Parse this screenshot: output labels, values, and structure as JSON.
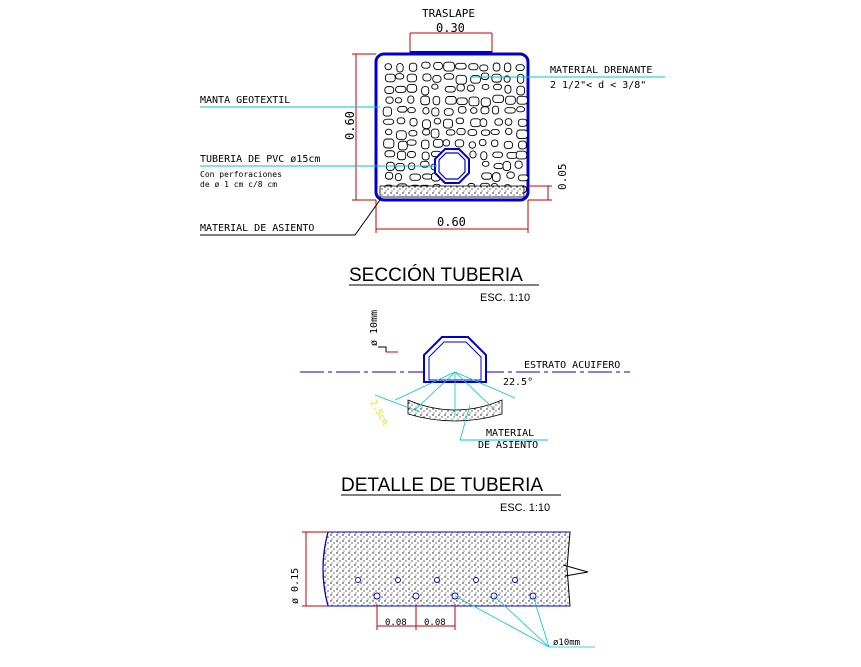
{
  "top_section": {
    "traslape_label": "TRASLAPE",
    "traslape_value": "0.30",
    "height_value": "0.60",
    "width_value": "0.60",
    "bedding_value": "0.05",
    "manta_label": "MANTA GEOTEXTIL",
    "tuberia_label": "TUBERIA DE PVC ø15cm",
    "perforaciones_line1": "Con perforaciones",
    "perforaciones_line2": "de ø 1 cm c/8 cm",
    "asiento_label": "MATERIAL DE ASIENTO",
    "drenante_label": "MATERIAL DRENANTE",
    "drenante_range": "2 1/2\"< d < 3/8\""
  },
  "seccion": {
    "title": "SECCIÓN TUBERIA",
    "scale": "ESC. 1:10",
    "diameter_label": "ø 10mm",
    "estrato_label": "ESTRATO ACUIFERO",
    "angle_label": "22.5°",
    "small_dim": "2.5cm",
    "asiento_line1": "MATERIAL",
    "asiento_line2": "DE ASIENTO"
  },
  "detalle": {
    "title": "DETALLE DE TUBERIA",
    "scale": "ESC. 1:10",
    "diameter_label": "ø 0.15",
    "spacing_1": "0.08",
    "spacing_2": "0.08",
    "hole_label": "ø10mm"
  },
  "colors": {
    "outline_blue": "#0000cc",
    "leader_cyan": "#00c8c8",
    "dim_red": "#c00000",
    "annotation_yellow": "#e6e600"
  }
}
